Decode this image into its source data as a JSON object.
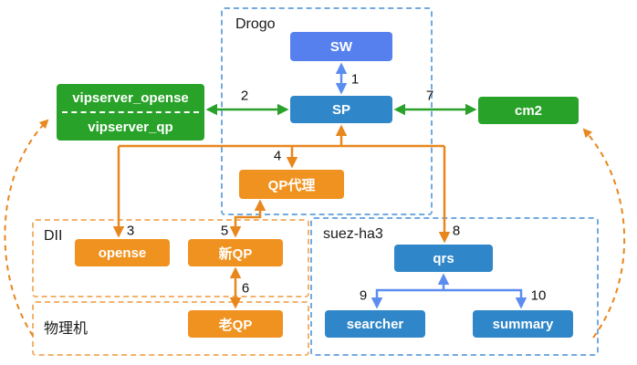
{
  "containers": {
    "drogo": {
      "label": "Drogo"
    },
    "dii": {
      "label": "DII"
    },
    "physical": {
      "label": "物理机"
    },
    "suez": {
      "label": "suez-ha3"
    }
  },
  "nodes": {
    "sw": {
      "label": "SW"
    },
    "sp": {
      "label": "SP"
    },
    "qp_proxy": {
      "label": "QP代理"
    },
    "vipserver_opense": {
      "label": "vipserver_opense"
    },
    "vipserver_qp": {
      "label": "vipserver_qp"
    },
    "cm2": {
      "label": "cm2"
    },
    "opense": {
      "label": "opense"
    },
    "new_qp": {
      "label": "新QP"
    },
    "old_qp": {
      "label": "老QP"
    },
    "qrs": {
      "label": "qrs"
    },
    "searcher": {
      "label": "searcher"
    },
    "summary": {
      "label": "summary"
    }
  },
  "edge_labels": {
    "e1": "1",
    "e2": "2",
    "e3": "3",
    "e4": "4",
    "e5": "5",
    "e6": "6",
    "e7": "7",
    "e8": "8",
    "e9": "9",
    "e10": "10"
  },
  "colors": {
    "node_blue": "#2f86c8",
    "node_blue_light": "#5580ee",
    "node_green": "#28a228",
    "node_orange": "#f0921f",
    "border_blue_dashed": "#72aae0",
    "border_orange_dashed": "#f2b26c",
    "arrow_green": "#2aa12a",
    "arrow_orange": "#e8871e",
    "arrow_blue": "#5b8cf0"
  }
}
